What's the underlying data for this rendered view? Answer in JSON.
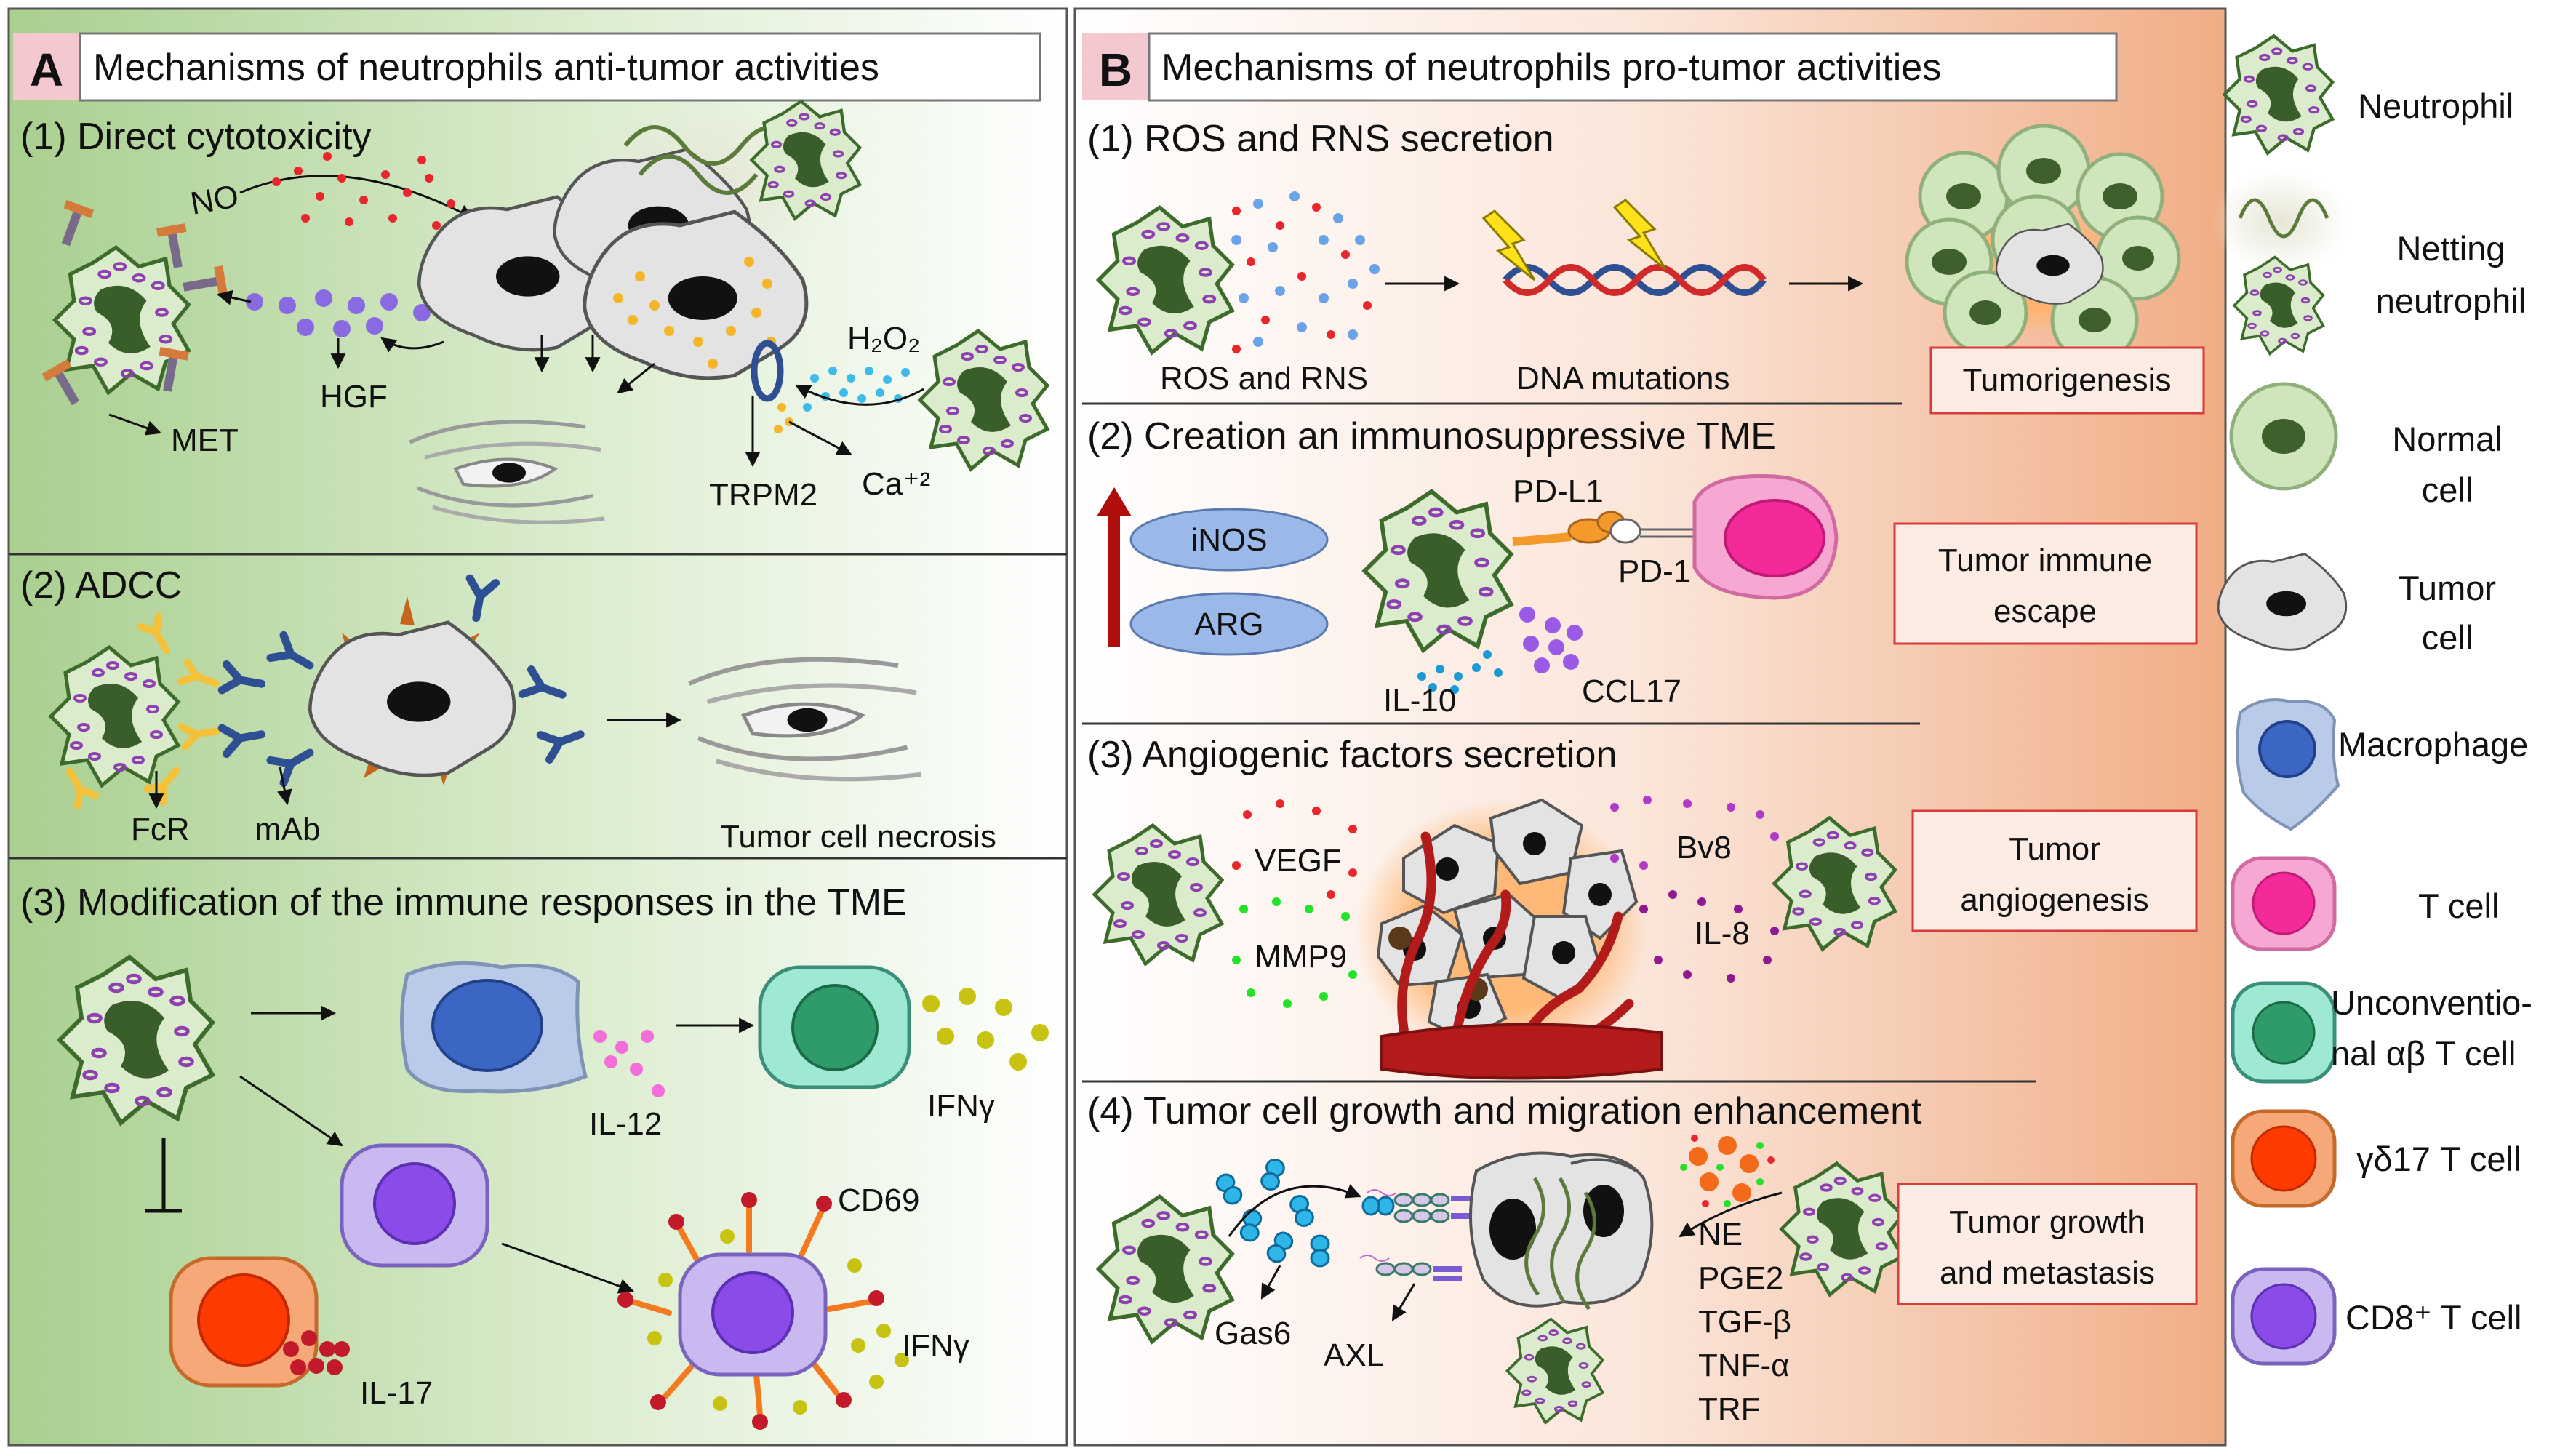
{
  "panel_a": {
    "letter": "A",
    "title": "Mechanisms of neutrophils anti-tumor activities",
    "s1": {
      "title": "(1)  Direct cytotoxicity",
      "no": "NO",
      "hgf": "HGF",
      "met": "MET",
      "h2o2": "H₂O₂",
      "trpm2": "TRPM2",
      "ca": "Ca⁺²"
    },
    "s2": {
      "title": "(2)  ADCC",
      "fcr": "FcR",
      "mab": "mAb",
      "necrosis": "Tumor cell necrosis"
    },
    "s3": {
      "title": "(3)  Modification of the immune responses in the TME",
      "il12": "IL-12",
      "ifng1": "IFNγ",
      "il17": "IL-17",
      "cd69": "CD69",
      "ifng2": "IFNγ"
    }
  },
  "panel_b": {
    "letter": "B",
    "title": "Mechanisms of neutrophils pro-tumor activities",
    "s1": {
      "title": "(1)  ROS and RNS secretion",
      "ros": "ROS and RNS",
      "dna": "DNA mutations",
      "box": "Tumorigenesis"
    },
    "s2": {
      "title": "(2)  Creation an immunosuppressive TME",
      "inos": "iNOS",
      "arg": "ARG",
      "pdl1": "PD-L1",
      "pd1": "PD-1",
      "il10": "IL-10",
      "ccl17": "CCL17",
      "box1": "Tumor immune",
      "box2": "escape"
    },
    "s3": {
      "title": "(3)  Angiogenic factors secretion",
      "vegf": "VEGF",
      "mmp9": "MMP9",
      "bv8": "Bv8",
      "il8": "IL-8",
      "box1": "Tumor",
      "box2": "angiogenesis"
    },
    "s4": {
      "title": "(4)  Tumor cell growth and migration enhancement",
      "gas6": "Gas6",
      "axl": "AXL",
      "ne": "NE",
      "pge2": "PGE2",
      "tgfb": "TGF-β",
      "tnfa": "TNF-α",
      "trf": "TRF",
      "box1": "Tumor growth",
      "box2": "and metastasis"
    }
  },
  "legend": [
    {
      "line1": "Neutrophil",
      "line2": ""
    },
    {
      "line1": "Netting",
      "line2": "neutrophil"
    },
    {
      "line1": "Normal",
      "line2": "cell"
    },
    {
      "line1": "Tumor",
      "line2": "cell"
    },
    {
      "line1": "Macrophage",
      "line2": ""
    },
    {
      "line1": "T cell",
      "line2": ""
    },
    {
      "line1": "Unconventio-",
      "line2": "nal αβ T cell"
    },
    {
      "line1": "γδ17 T cell",
      "line2": ""
    },
    {
      "line1": "CD8⁺ T cell",
      "line2": ""
    }
  ],
  "colors": {
    "neutrophil_fill": "#dbeccd",
    "neutrophil_edge": "#3d6b2c",
    "nucleus": "#3a5e2a",
    "granule": "#8e3fb0",
    "tumor_fill": "#e3e3e3",
    "macrophage": "#b9cbe8",
    "tcell": "#f6a8d2",
    "unconv": "#9fe9d4",
    "gd17": "#f7a878",
    "cd8": "#c9b9f0",
    "red_box": "#d93a3a"
  }
}
